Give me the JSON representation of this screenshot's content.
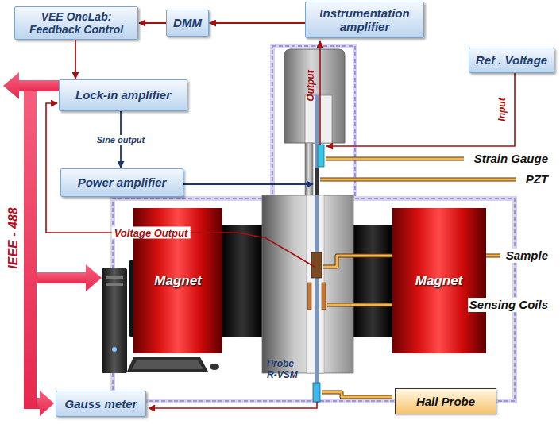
{
  "diagram": {
    "nodes": [
      {
        "text": [
          "VEE OneLab: Feedback Control"
        ]
      },
      {
        "text": [
          "DMM"
        ]
      },
      {
        "text": [
          "Instrumentation amplifier"
        ]
      },
      {
        "text": [
          "Ref . Voltage"
        ]
      },
      {
        "text": [
          "Lock-in amplifier"
        ]
      },
      {
        "text": [
          "Power amplifier"
        ]
      },
      {
        "text": [
          "Magnet"
        ]
      },
      {
        "text": [
          "Magnet"
        ]
      },
      {
        "text": [
          "Gauss meter"
        ]
      },
      {
        "text": [
          "Hall Probe"
        ]
      }
    ],
    "edges": [
      {
        "from": 2,
        "to": 1,
        "arrow": "to"
      },
      {
        "from": 1,
        "to": 0,
        "arrow": "to"
      },
      {
        "from": 0,
        "to": 4,
        "arrow": "to"
      },
      {
        "from": 4,
        "to": 5,
        "label": "Sine output",
        "arrow": "to"
      }
    ],
    "labels": [
      "Output",
      "Input",
      "Strain Gauge",
      "PZT",
      "Voltage Output",
      "Sample",
      "IEEE - 488",
      "Sensing Coils",
      "Probe R-VSM"
    ]
  }
}
